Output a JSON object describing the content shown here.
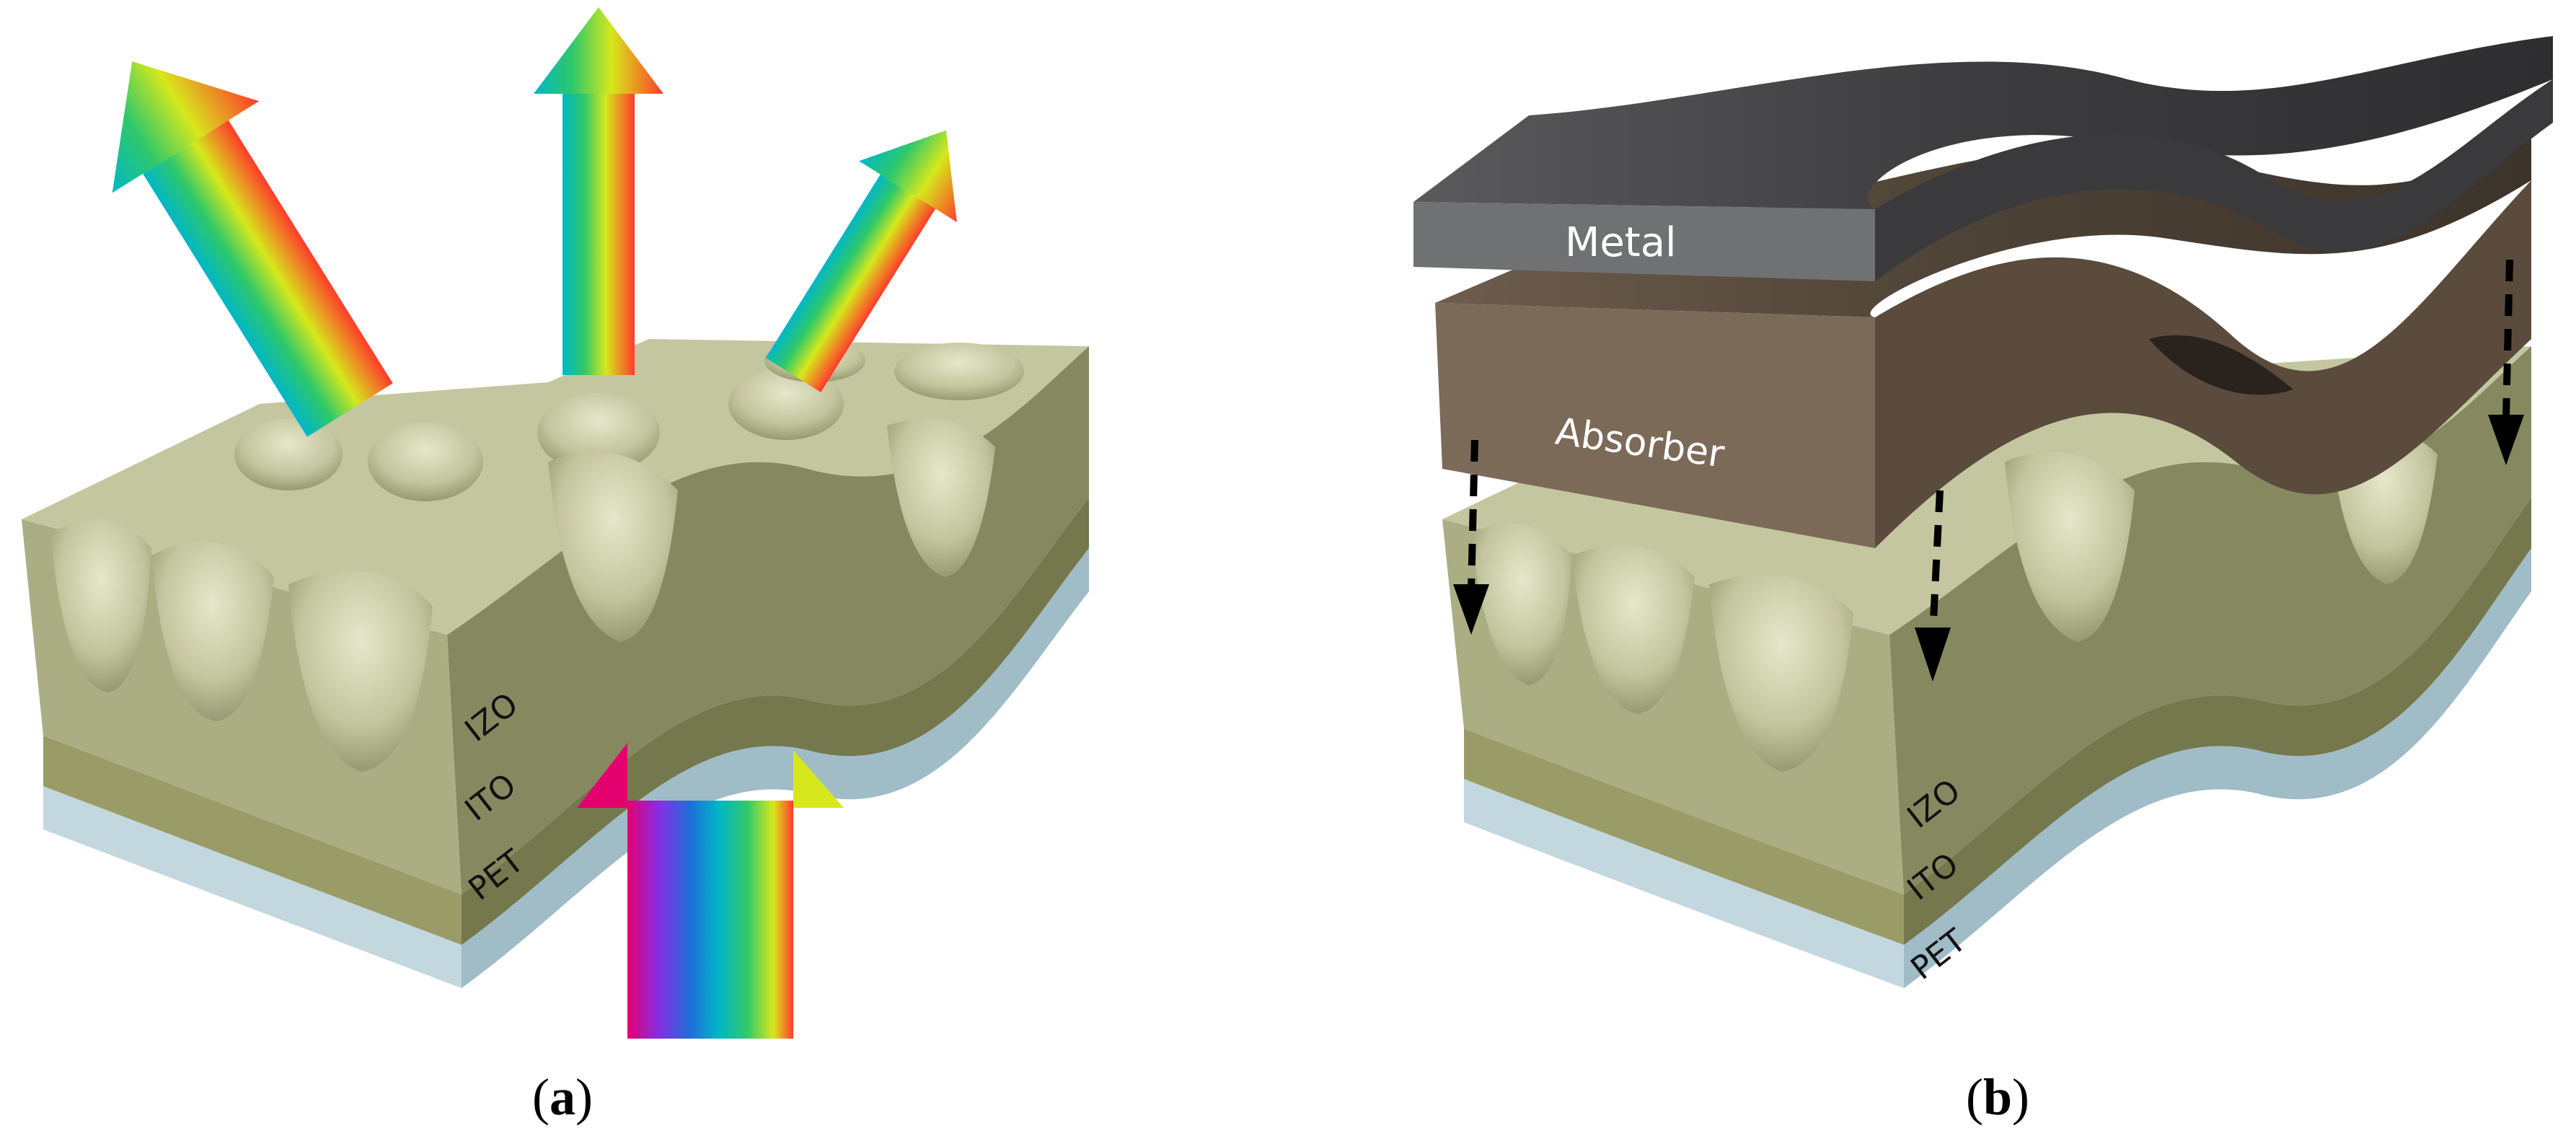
{
  "panels": [
    {
      "caption": {
        "open": "(",
        "letter": "a",
        "close": ")"
      },
      "layer_labels": [
        "IZO",
        "ITO",
        "PET"
      ]
    },
    {
      "caption": {
        "open": "(",
        "letter": "b",
        "close": ")"
      },
      "layer_labels": [
        "IZO",
        "ITO",
        "PET"
      ],
      "top_labels": {
        "metal": "Metal",
        "absorber": "Absorber"
      }
    }
  ],
  "colors": {
    "izo_top": "#c9cba8",
    "izo_front": "#a7a97f",
    "izo_side": "#7f8259",
    "ito_front": "#9a9c68",
    "ito_side": "#6e7048",
    "pet_front": "#c3d7df",
    "pet_side": "#7f9aa5",
    "metal_top": "#4a4a4c",
    "metal_front": "#6f7072",
    "absorber_top": "#4a3f34",
    "absorber_front": "#7c6a59",
    "arrow_dash": "#000000",
    "spectrum": [
      "#e5006f",
      "#8a2be2",
      "#1e6fd9",
      "#00b7c7",
      "#2fc86a",
      "#d6e81c",
      "#ff3b2b"
    ]
  }
}
